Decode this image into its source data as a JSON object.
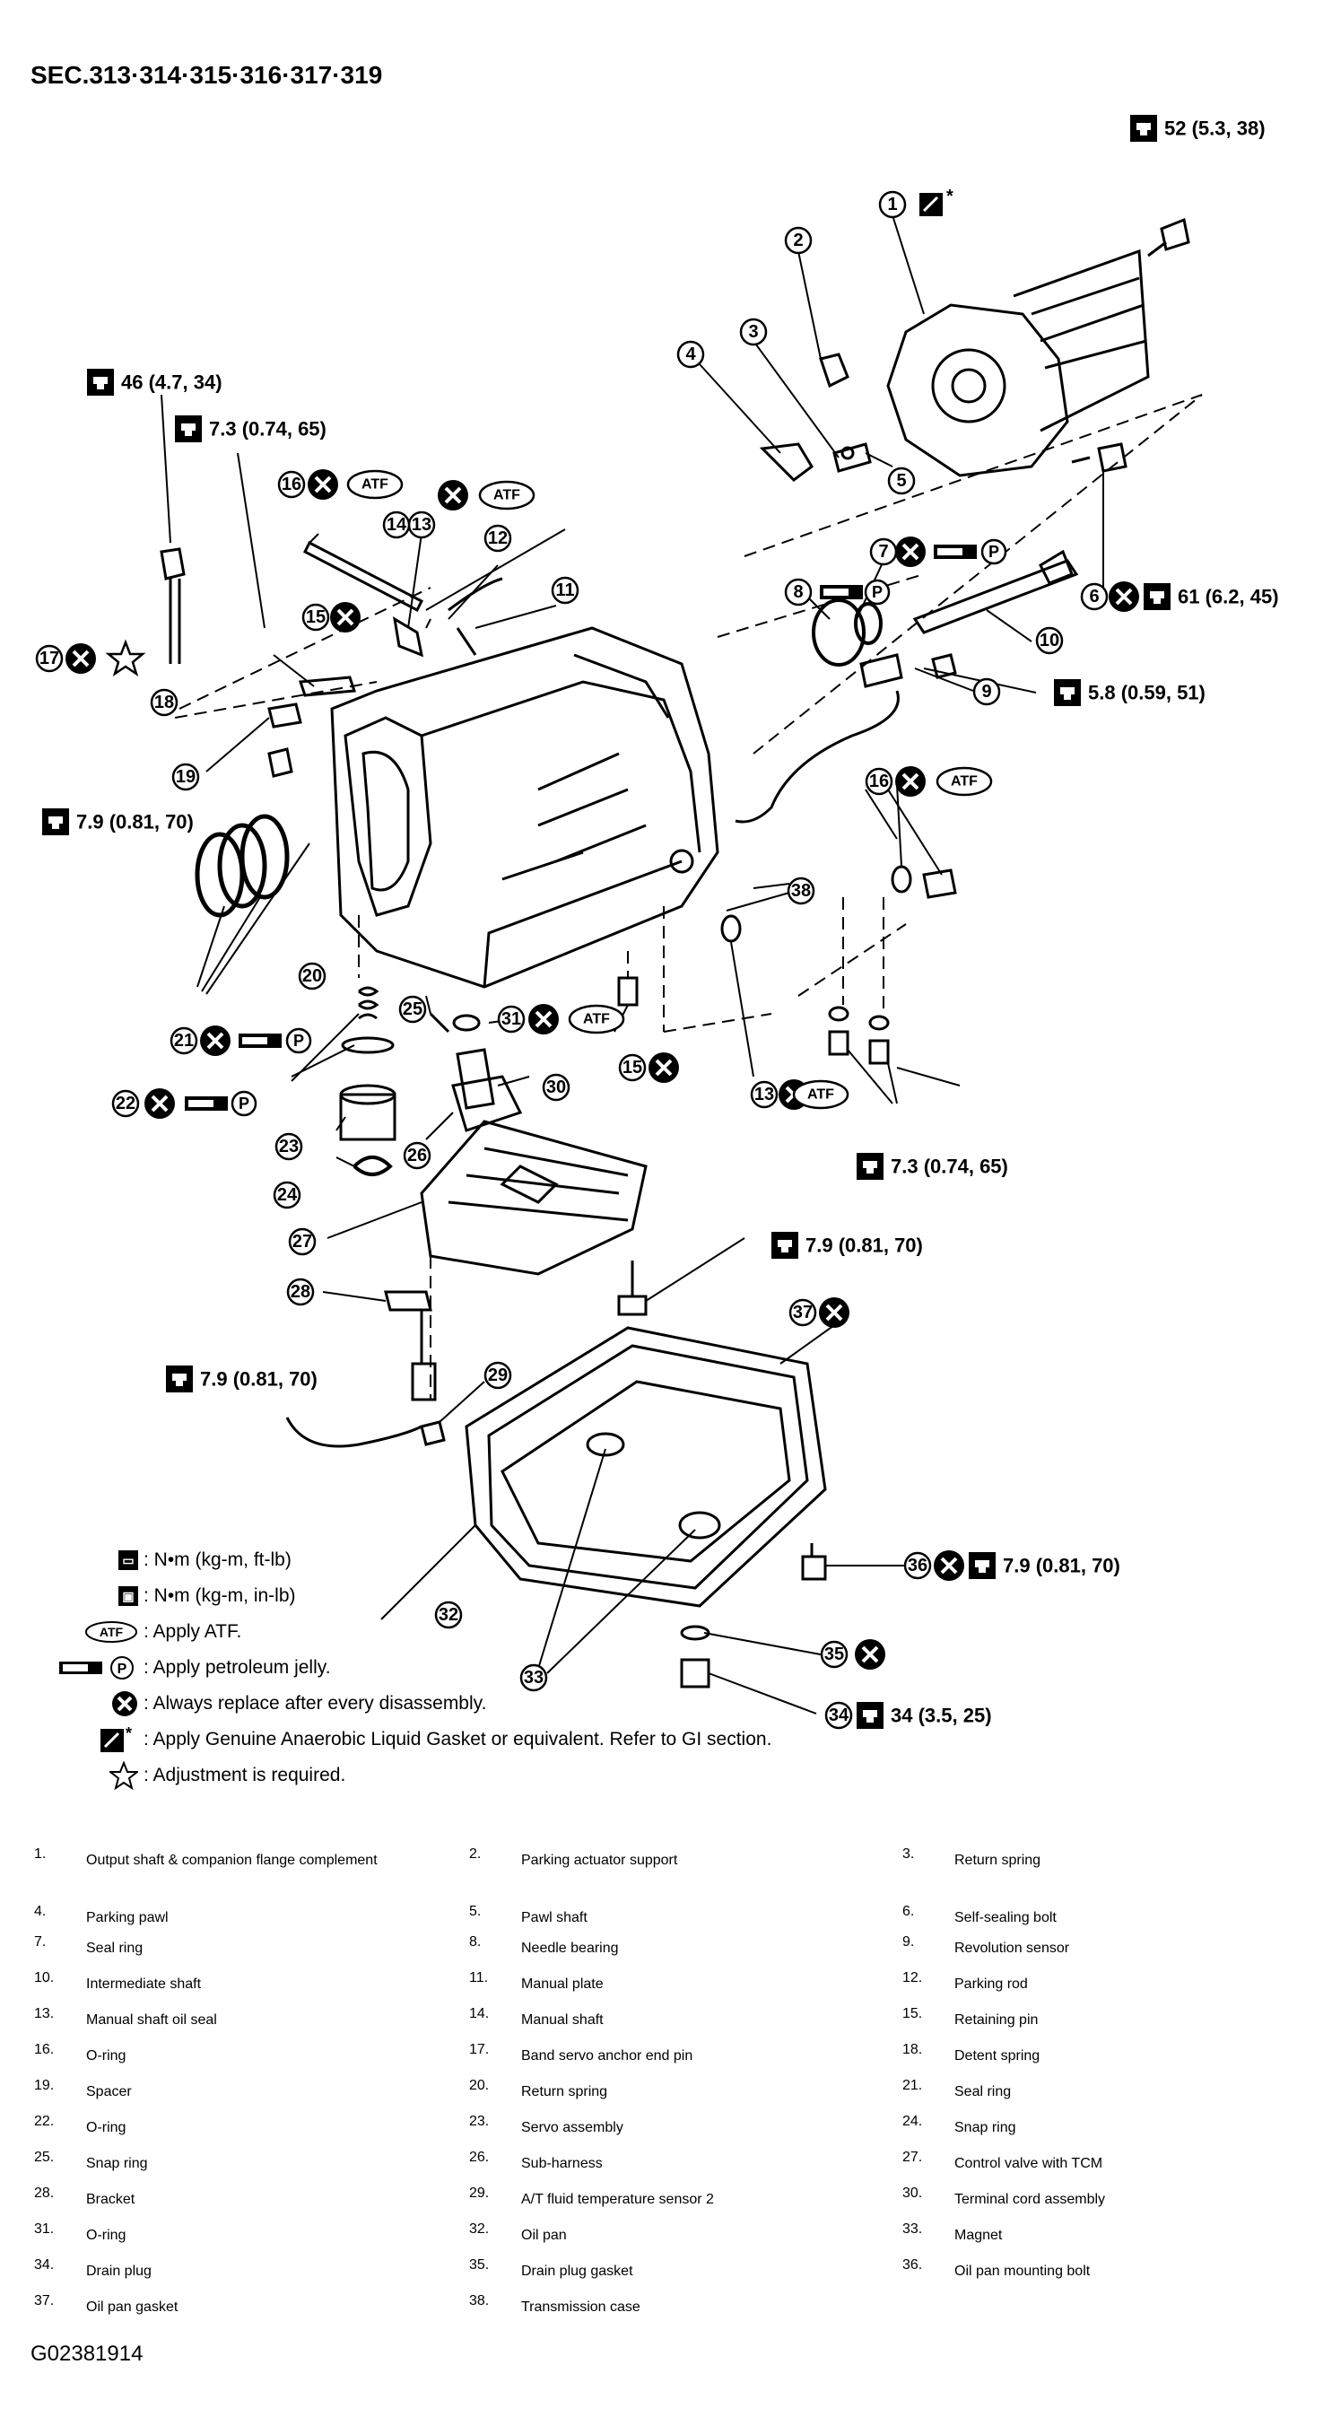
{
  "header": {
    "section": "SEC.313·314·315·316·317·319"
  },
  "torques": {
    "t52": "52 (5.3, 38)",
    "t46": "46 (4.7, 34)",
    "t73a": "7.3 (0.74, 65)",
    "t61": "61 (6.2, 45)",
    "t58": "5.8 (0.59, 51)",
    "t79a": "7.9 (0.81, 70)",
    "t73b": "7.3 (0.74, 65)",
    "t79b": "7.9 (0.81, 70)",
    "t79c": "7.9 (0.81, 70)",
    "t79d": "7.9 (0.81, 70)",
    "t34": "34 (3.5, 25)"
  },
  "symbols": {
    "atf": "ATF",
    "p": "P",
    "star_mark": "*"
  },
  "callouts": [
    "1",
    "2",
    "3",
    "4",
    "5",
    "6",
    "7",
    "8",
    "9",
    "10",
    "11",
    "12",
    "13",
    "14",
    "15",
    "16",
    "17",
    "18",
    "19",
    "20",
    "21",
    "22",
    "23",
    "24",
    "25",
    "26",
    "27",
    "28",
    "29",
    "30",
    "31",
    "32",
    "33",
    "34",
    "35",
    "36",
    "37",
    "38"
  ],
  "legend": [
    {
      "symbol": "torque-ftlb-icon",
      "text": ": N•m (kg-m, ft-lb)"
    },
    {
      "symbol": "torque-inlb-icon",
      "text": ": N•m (kg-m, in-lb)"
    },
    {
      "symbol": "atf-icon",
      "text": ": Apply ATF."
    },
    {
      "symbol": "petroleum-jelly-icon",
      "text": ": Apply petroleum jelly."
    },
    {
      "symbol": "replace-icon",
      "text": ": Always replace after every disassembly."
    },
    {
      "symbol": "gasket-icon",
      "text": ": Apply Genuine Anaerobic Liquid Gasket or equivalent. Refer to GI section."
    },
    {
      "symbol": "star-icon",
      "text": ": Adjustment is required."
    }
  ],
  "parts": [
    {
      "num": "1.",
      "name": "Output shaft & companion flange complement"
    },
    {
      "num": "2.",
      "name": "Parking actuator support"
    },
    {
      "num": "3.",
      "name": "Return spring"
    },
    {
      "num": "4.",
      "name": "Parking pawl"
    },
    {
      "num": "5.",
      "name": "Pawl shaft"
    },
    {
      "num": "6.",
      "name": "Self-sealing bolt"
    },
    {
      "num": "7.",
      "name": "Seal ring"
    },
    {
      "num": "8.",
      "name": "Needle bearing"
    },
    {
      "num": "9.",
      "name": "Revolution sensor"
    },
    {
      "num": "10.",
      "name": "Intermediate shaft"
    },
    {
      "num": "11.",
      "name": "Manual plate"
    },
    {
      "num": "12.",
      "name": "Parking rod"
    },
    {
      "num": "13.",
      "name": "Manual shaft oil seal"
    },
    {
      "num": "14.",
      "name": "Manual shaft"
    },
    {
      "num": "15.",
      "name": "Retaining pin"
    },
    {
      "num": "16.",
      "name": "O-ring"
    },
    {
      "num": "17.",
      "name": "Band servo anchor end pin"
    },
    {
      "num": "18.",
      "name": "Detent spring"
    },
    {
      "num": "19.",
      "name": "Spacer"
    },
    {
      "num": "20.",
      "name": "Return spring"
    },
    {
      "num": "21.",
      "name": "Seal ring"
    },
    {
      "num": "22.",
      "name": "O-ring"
    },
    {
      "num": "23.",
      "name": "Servo assembly"
    },
    {
      "num": "24.",
      "name": "Snap ring"
    },
    {
      "num": "25.",
      "name": "Snap ring"
    },
    {
      "num": "26.",
      "name": "Sub-harness"
    },
    {
      "num": "27.",
      "name": "Control valve with TCM"
    },
    {
      "num": "28.",
      "name": "Bracket"
    },
    {
      "num": "29.",
      "name": "A/T fluid temperature sensor 2"
    },
    {
      "num": "30.",
      "name": "Terminal cord assembly"
    },
    {
      "num": "31.",
      "name": "O-ring"
    },
    {
      "num": "32.",
      "name": "Oil pan"
    },
    {
      "num": "33.",
      "name": "Magnet"
    },
    {
      "num": "34.",
      "name": "Drain plug"
    },
    {
      "num": "35.",
      "name": "Drain plug gasket"
    },
    {
      "num": "36.",
      "name": "Oil pan mounting bolt"
    },
    {
      "num": "37.",
      "name": "Oil pan gasket"
    },
    {
      "num": "38.",
      "name": "Transmission case"
    }
  ],
  "footer": {
    "code": "G02381914"
  }
}
